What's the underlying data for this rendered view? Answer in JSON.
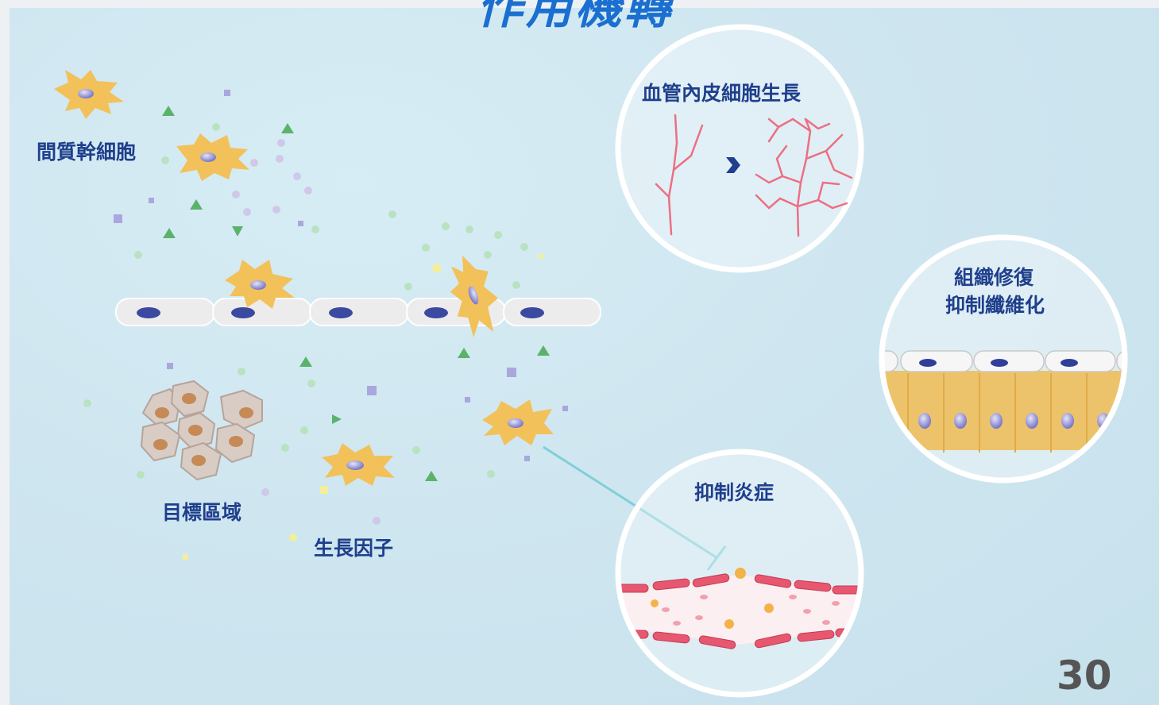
{
  "header": {
    "title_partial": "作用機轉"
  },
  "labels": {
    "msc": "間質幹細胞",
    "target_area": "目標區域",
    "growth_factor": "生長因子"
  },
  "circles": {
    "angiogenesis": "血管內皮細胞生長",
    "repair_line1": "組織修復",
    "repair_line2": "抑制纖維化",
    "inflammation": "抑制炎症"
  },
  "page_number": "30",
  "colors": {
    "title": "#1a6fd0",
    "label": "#1f3f8c",
    "cell_body": "#f2c15a",
    "nucleus": "#4b4fa8",
    "vessel": "#e7576f"
  }
}
